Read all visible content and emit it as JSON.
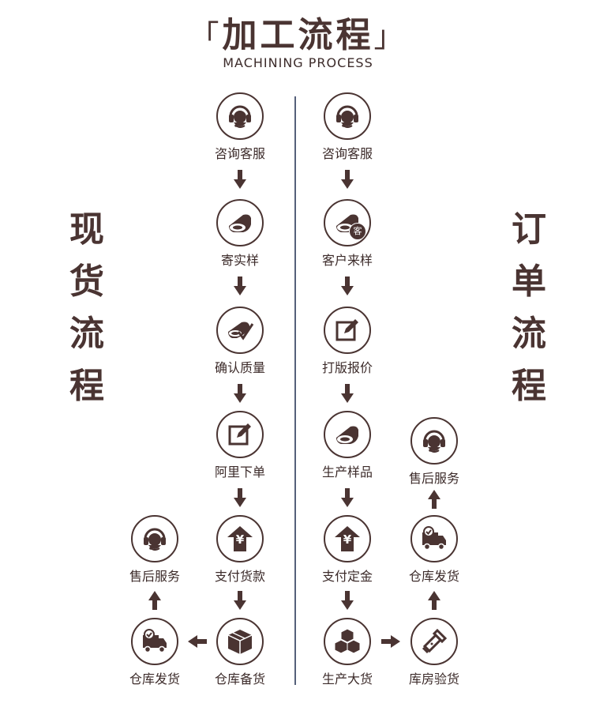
{
  "header": {
    "title": "加工流程",
    "bracket_open": "「",
    "bracket_close": "」",
    "subtitle": "MACHINING PROCESS"
  },
  "side_titles": {
    "left": [
      "现",
      "货",
      "流",
      "程"
    ],
    "right": [
      "订",
      "单",
      "流",
      "程"
    ]
  },
  "left_flow": [
    {
      "label": "咨询客服",
      "icon": "headset-icon"
    },
    {
      "label": "寄实样",
      "icon": "fabric-roll-icon"
    },
    {
      "label": "确认质量",
      "icon": "fabric-check-icon"
    },
    {
      "label": "阿里下单",
      "icon": "edit-icon"
    },
    {
      "label": "支付货款",
      "icon": "yuan-arrow-icon"
    },
    {
      "label": "仓库备货",
      "icon": "box-icon"
    },
    {
      "label": "仓库发货",
      "icon": "truck-icon"
    },
    {
      "label": "售后服务",
      "icon": "headset-icon"
    }
  ],
  "right_flow": [
    {
      "label": "咨询客服",
      "icon": "headset-icon"
    },
    {
      "label": "客户来样",
      "icon": "fabric-roll-badge-icon",
      "badge": "客"
    },
    {
      "label": "打版报价",
      "icon": "edit-icon"
    },
    {
      "label": "生产样品",
      "icon": "fabric-roll-icon"
    },
    {
      "label": "支付定金",
      "icon": "yuan-arrow-icon"
    },
    {
      "label": "生产大货",
      "icon": "boxes-icon"
    },
    {
      "label": "库房验货",
      "icon": "flashlight-icon"
    },
    {
      "label": "仓库发货",
      "icon": "truck-icon"
    },
    {
      "label": "售后服务",
      "icon": "headset-icon"
    }
  ],
  "yuan_symbol": "¥",
  "colors": {
    "primary": "#4a3432",
    "divider": "#55607a"
  }
}
